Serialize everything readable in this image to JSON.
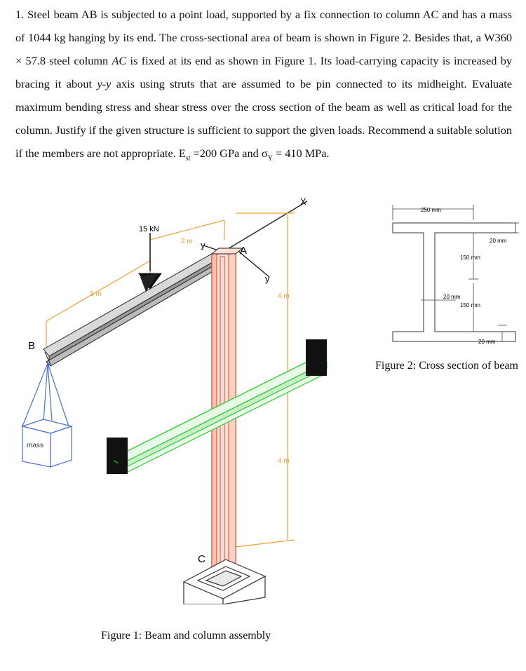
{
  "problem": {
    "number": "1.",
    "text_1": "Steel beam AB is subjected to a point load, supported by a fix connection to column AC and has a mass of 1044 kg hanging by its end. The cross-sectional area of beam is shown in Figure 2. Besides that, a W360 × 57.8 steel column ",
    "column_ac": "AC",
    "text_2": " is fixed at its end as shown in Figure 1. Its load-carrying capacity is increased by bracing it about ",
    "axis_yy": "y-y",
    "text_3": " axis using struts that are assumed to be pin connected to its midheight. Evaluate maximum bending stress and shear stress over the cross section of the beam as well as critical load for the column. Justify if the given structure is sufficient to support the given loads. Recommend a suitable solution if the members are not appropriate. E",
    "sub_st": "st",
    "text_4": " =200 GPa and σ",
    "sub_y": "Y",
    "text_5": " = 410 MPa."
  },
  "figure1": {
    "caption": "Figure 1: Beam and column assembly",
    "load_label": "15 kN",
    "dim_2m": "2 m",
    "dim_3m": "3 m",
    "dim_4m_top": "4 m",
    "dim_4m_bottom": "4 m",
    "label_a": "A",
    "label_b": "B",
    "label_c": "C",
    "axis_x": "X",
    "axis_y_upper": "y",
    "axis_y_lower": "y",
    "mass_label": "mass"
  },
  "figure2": {
    "caption": "Figure 2: Cross section of beam",
    "dim_flange_width": "250 mm",
    "dim_top_flange": "20 mm",
    "dim_upper_web": "150 mm",
    "dim_web_thickness": "20 mm",
    "dim_lower_web": "150 mm",
    "dim_bottom_flange": "20 mm"
  },
  "colors": {
    "dimension_orange": "#f0a030",
    "column_red": "#e04a2a",
    "strut_green": "#33cc33",
    "mass_blue": "#4a6fd8"
  }
}
